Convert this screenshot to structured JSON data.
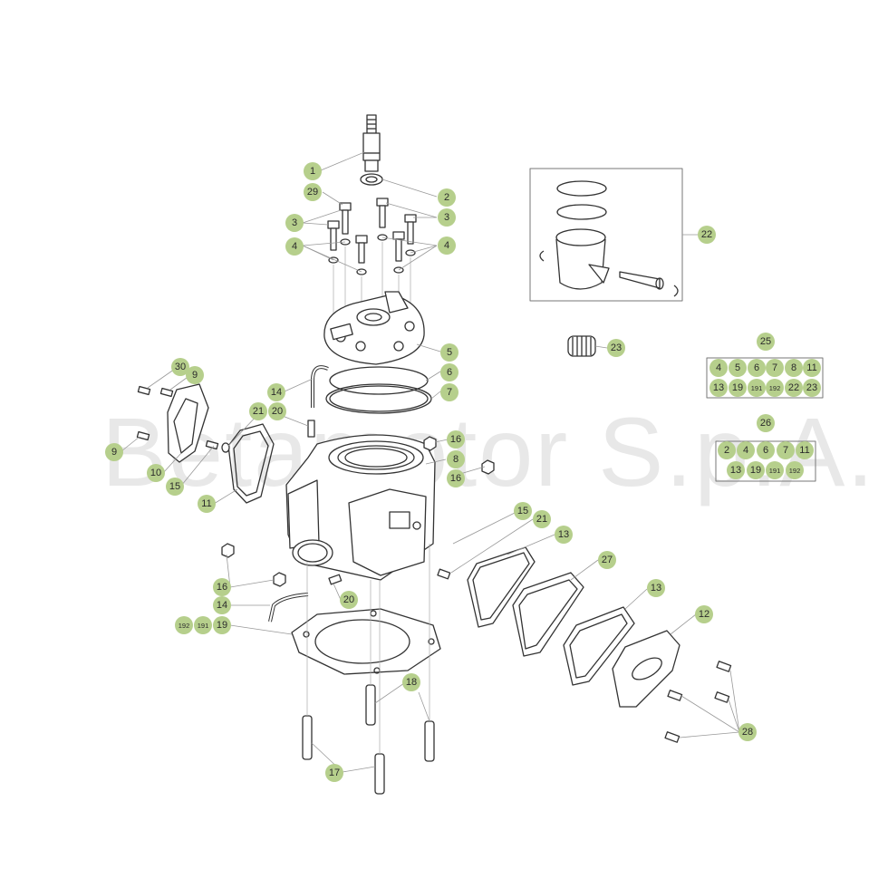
{
  "colors": {
    "bubble_fill": "#b6cf8c",
    "line": "#333333",
    "leader": "#9a9a9a",
    "watermark": "#c8c8c8"
  },
  "watermark": "Betamotor S.p.A.",
  "callouts": [
    {
      "id": "c1",
      "label": "1"
    },
    {
      "id": "c2",
      "label": "2"
    },
    {
      "id": "c29",
      "label": "29"
    },
    {
      "id": "c3a",
      "label": "3"
    },
    {
      "id": "c3b",
      "label": "3"
    },
    {
      "id": "c4a",
      "label": "4"
    },
    {
      "id": "c4b",
      "label": "4"
    },
    {
      "id": "c5",
      "label": "5"
    },
    {
      "id": "c6",
      "label": "6"
    },
    {
      "id": "c7",
      "label": "7"
    },
    {
      "id": "c8",
      "label": "8"
    },
    {
      "id": "c9a",
      "label": "9"
    },
    {
      "id": "c9b",
      "label": "9"
    },
    {
      "id": "c10",
      "label": "10"
    },
    {
      "id": "c11",
      "label": "11"
    },
    {
      "id": "c12",
      "label": "12"
    },
    {
      "id": "c13a",
      "label": "13"
    },
    {
      "id": "c13b",
      "label": "13"
    },
    {
      "id": "c14a",
      "label": "14"
    },
    {
      "id": "c14b",
      "label": "14"
    },
    {
      "id": "c15a",
      "label": "15"
    },
    {
      "id": "c15b",
      "label": "15"
    },
    {
      "id": "c16a",
      "label": "16"
    },
    {
      "id": "c16b",
      "label": "16"
    },
    {
      "id": "c16c",
      "label": "16"
    },
    {
      "id": "c17",
      "label": "17"
    },
    {
      "id": "c18",
      "label": "18"
    },
    {
      "id": "c19",
      "label": "19"
    },
    {
      "id": "c191",
      "label": "191"
    },
    {
      "id": "c192",
      "label": "192"
    },
    {
      "id": "c20a",
      "label": "20"
    },
    {
      "id": "c20b",
      "label": "20"
    },
    {
      "id": "c21a",
      "label": "21"
    },
    {
      "id": "c21b",
      "label": "21"
    },
    {
      "id": "c22",
      "label": "22"
    },
    {
      "id": "c23",
      "label": "23"
    },
    {
      "id": "c25",
      "label": "25"
    },
    {
      "id": "c26",
      "label": "26"
    },
    {
      "id": "c27",
      "label": "27"
    },
    {
      "id": "c28",
      "label": "28"
    },
    {
      "id": "c30",
      "label": "30"
    }
  ],
  "kit25": [
    "4",
    "5",
    "6",
    "7",
    "8",
    "11",
    "13",
    "19",
    "191",
    "192",
    "22",
    "23"
  ],
  "kit26": [
    "2",
    "4",
    "6",
    "7",
    "11",
    "13",
    "19",
    "191",
    "192"
  ]
}
